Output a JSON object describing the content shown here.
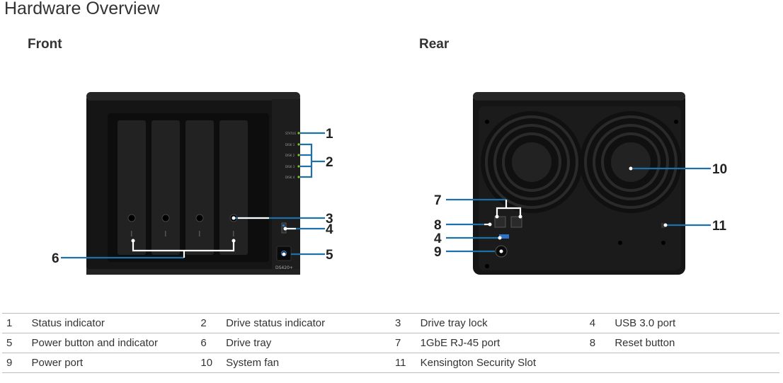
{
  "title": "Hardware Overview",
  "front": {
    "heading": "Front",
    "model_label": "DS420+",
    "led_labels": [
      "STATUS",
      "DISK 1",
      "DISK 2",
      "DISK 3",
      "DISK 4"
    ],
    "callouts": [
      "1",
      "2",
      "3",
      "4",
      "5",
      "6"
    ]
  },
  "rear": {
    "heading": "Rear",
    "callouts": [
      "7",
      "8",
      "4",
      "9",
      "10",
      "11"
    ]
  },
  "legend": [
    [
      {
        "num": "1",
        "label": "Status indicator"
      },
      {
        "num": "2",
        "label": "Drive status indicator"
      },
      {
        "num": "3",
        "label": "Drive tray lock"
      },
      {
        "num": "4",
        "label": "USB 3.0 port"
      }
    ],
    [
      {
        "num": "5",
        "label": "Power button and indicator"
      },
      {
        "num": "6",
        "label": "Drive tray"
      },
      {
        "num": "7",
        "label": "1GbE RJ-45 port"
      },
      {
        "num": "8",
        "label": "Reset button"
      }
    ],
    [
      {
        "num": "9",
        "label": "Power port"
      },
      {
        "num": "10",
        "label": "System fan"
      },
      {
        "num": "11",
        "label": "Kensington Security Slot"
      },
      {
        "num": "",
        "label": ""
      }
    ]
  ],
  "colors": {
    "callout_line": "#1f6fa8",
    "device_body": "#1a1a1a",
    "led": "#7ec832"
  }
}
